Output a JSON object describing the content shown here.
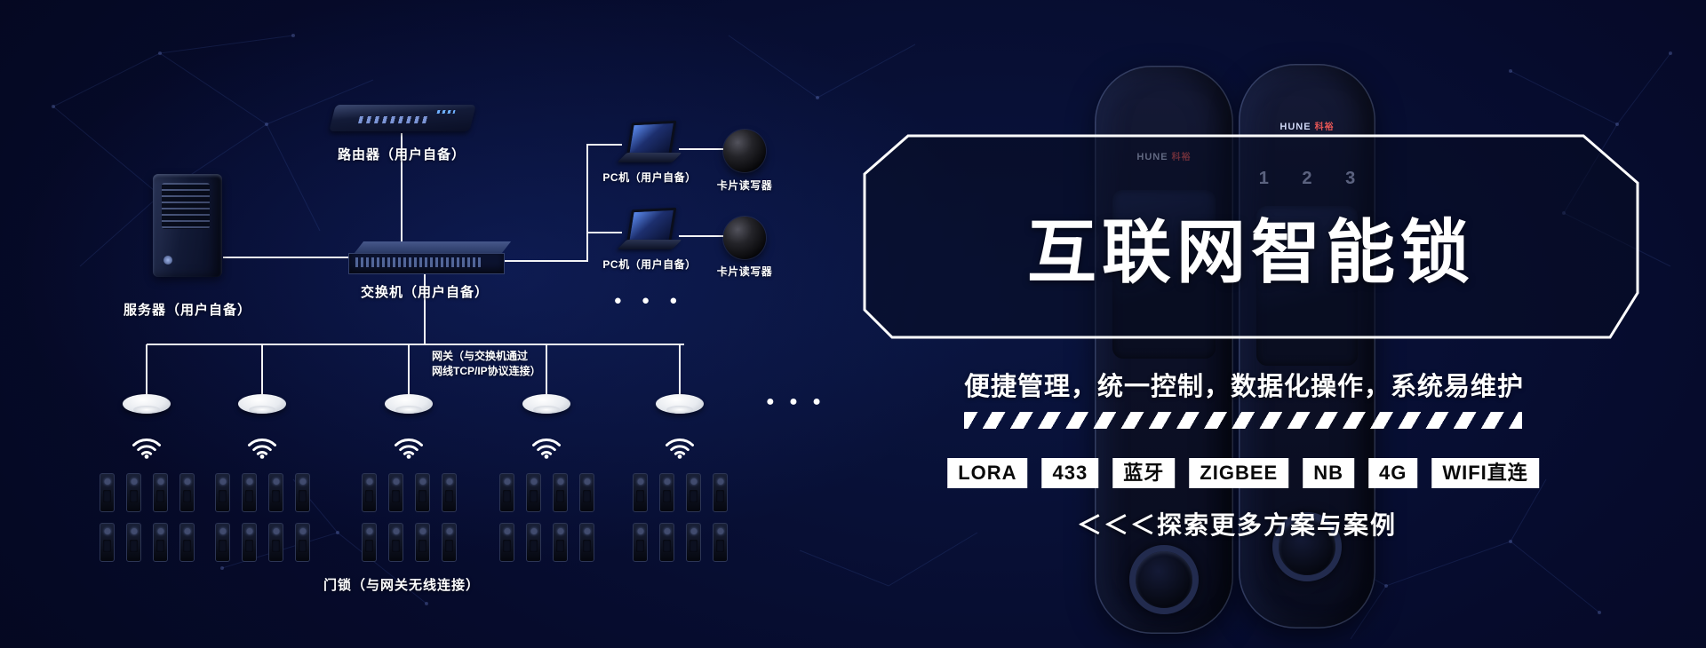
{
  "hero": {
    "title": "互联网智能锁",
    "subtitle": "便捷管理，统一控制，数据化操作，系统易维护",
    "tags": [
      "LORA",
      "433",
      "蓝牙",
      "ZIGBEE",
      "NB",
      "4G",
      "WIFI直连"
    ],
    "explore": "＜＜＜探索更多方案与案例",
    "lock_brand": "HUNE",
    "lock_brand_cn": "科裕",
    "lock_keypad_digits": "1 2 3"
  },
  "diagram": {
    "router_label": "路由器（用户自备）",
    "server_label": "服务器（用户自备）",
    "switch_label": "交换机（用户自备）",
    "pc1_label": "PC机（用户自备）",
    "pc2_label": "PC机（用户自备）",
    "reader1_label": "卡片读写器",
    "reader2_label": "卡片读写器",
    "pc_ellipsis": "● ● ●",
    "gateway_note_line1": "网关（与交换机通过",
    "gateway_note_line2": "网线TCP/IP协议连接）",
    "gateway_ellipsis": "● ● ●",
    "door_lock_label": "门锁（与网关无线连接）"
  },
  "colors": {
    "background": "#060b2c",
    "line": "#ffffff",
    "accent_red": "#e25555"
  }
}
